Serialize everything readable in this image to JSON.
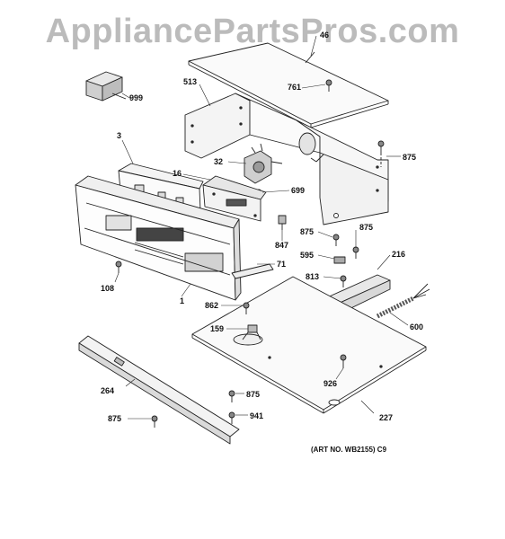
{
  "watermark": "AppliancePartsPros.com",
  "art_no": "(ART NO. WB2155) C9",
  "parts": {
    "p46": "46",
    "p999": "999",
    "p513": "513",
    "p761": "761",
    "p3": "3",
    "p875a": "875",
    "p32": "32",
    "p16": "16",
    "p699": "699",
    "p847": "847",
    "p875b": "875",
    "p875c": "875",
    "p595": "595",
    "p71": "71",
    "p216": "216",
    "p813": "813",
    "p108": "108",
    "p1": "1",
    "p862": "862",
    "p600": "600",
    "p159": "159",
    "p926": "926",
    "p264": "264",
    "p875d": "875",
    "p941": "941",
    "p875e": "875",
    "p227": "227"
  }
}
